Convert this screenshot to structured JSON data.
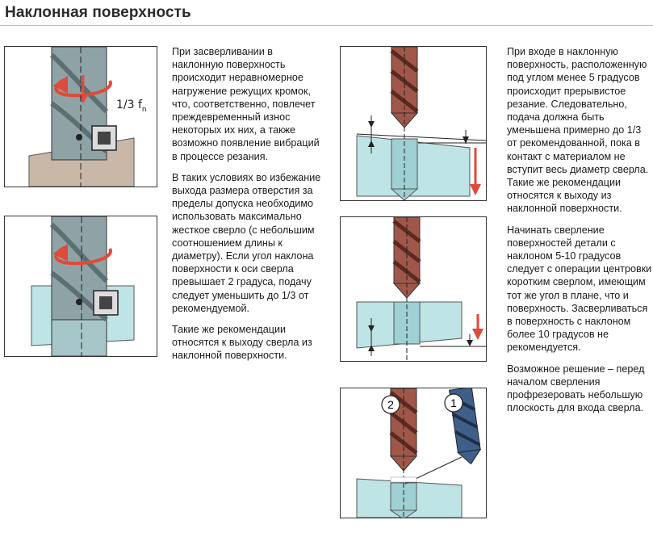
{
  "title": "Наклонная поверхность",
  "figure1_label": "1/3 f",
  "figure1_label_sub": "n",
  "middle_text": [
    "При засверливании в наклонную поверхность происходит неравномерное нагружение режущих кромок, что, соответственно, повлечет преждевременный износ некоторых их них, а также возможно появление вибраций в процессе резания.",
    "В таких условиях во избежание выхода размера отверстия за пределы допуска необходимо использовать максимально жесткое сверло (с небольшим соотношением длины к диаметру). Если угол наклона поверхности к оси сверла превышает 2 градуса, подачу следует уменьшить до 1/3 от рекомендуемой.",
    "Такие же рекомендации относятся к выходу сверла из наклонной поверхности."
  ],
  "right_text": [
    "При входе в наклонную поверхность, расположенную под углом менее 5 градусов происходит прерывистое резание. Следовательно, подача должна быть уменьшена примерно до 1/3 от рекомендованной, пока в контакт с материалом не вступит весь диаметр сверла. Такие же рекомендации относятся к выходу из наклонной поверхности.",
    "Начинать сверление поверхностей детали с наклоном 5-10 градусов следует с операции центровки коротким сверлом, имеющим тот же угол в плане, что и поверхность. Засверливаться в поверхность с наклоном более 10 градусов не рекомендуется.",
    "Возможное решение – перед началом сверления профрезеровать небольшую плоскость для входа сверла."
  ],
  "figure5_markers": [
    "2",
    "1"
  ],
  "colors": {
    "workpiece_tan": "#c9b8a8",
    "workpiece_cyan": "#bfe4e6",
    "drill_copper": "#a0574a",
    "drill_blue": "#3e5f8a",
    "tool_steel": "#8fa3a6",
    "arrow_red": "#e04a3a"
  }
}
